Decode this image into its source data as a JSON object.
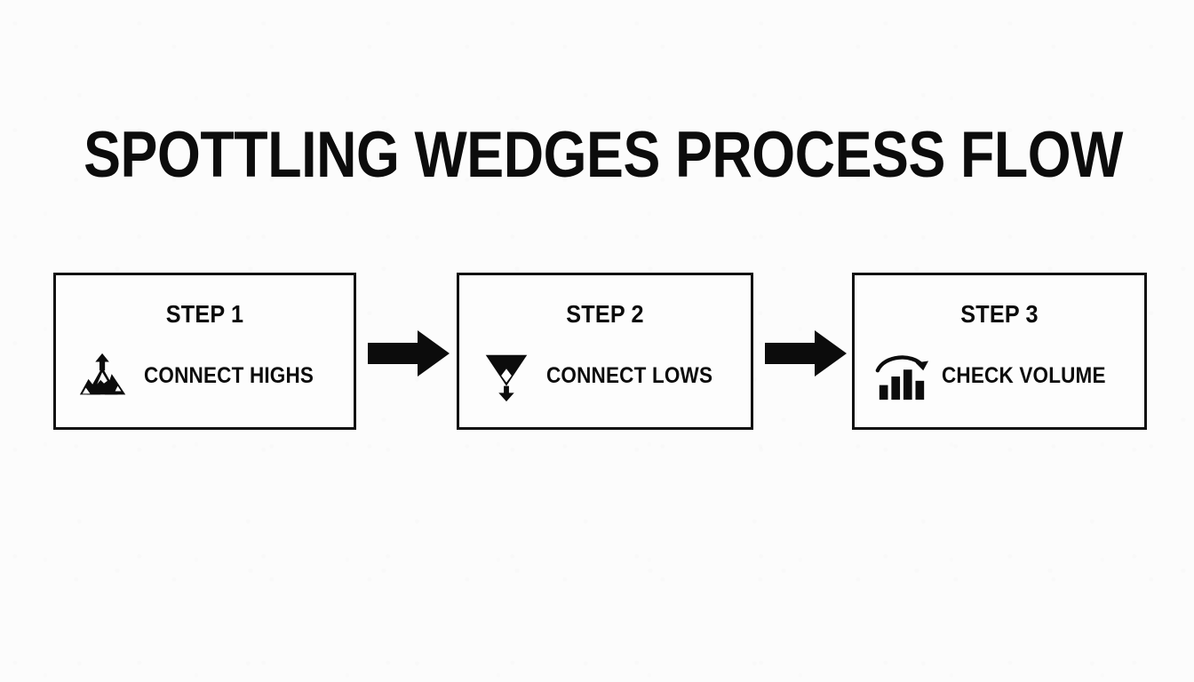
{
  "page": {
    "title": "SPOTTLING WEDGES PROCESS FLOW",
    "background_color": "#fcfcfc",
    "ink_color": "#111111"
  },
  "diagram": {
    "type": "process-flow",
    "orientation": "horizontal",
    "step_count": 3,
    "steps": [
      {
        "title": "STEP 1",
        "label": "CONNECT HIGHS",
        "icon": "mountain-up-arrow-icon"
      },
      {
        "title": "STEP 2",
        "label": "CONNECT LOWS",
        "icon": "funnel-down-arrow-icon"
      },
      {
        "title": "STEP 3",
        "label": "CHECK VOLUME",
        "icon": "bar-chart-curved-arrow-icon"
      }
    ],
    "connectors": [
      {
        "icon": "arrow-right-icon",
        "from": "STEP 1",
        "to": "STEP 2"
      },
      {
        "icon": "arrow-right-icon",
        "from": "STEP 2",
        "to": "STEP 3"
      }
    ]
  }
}
